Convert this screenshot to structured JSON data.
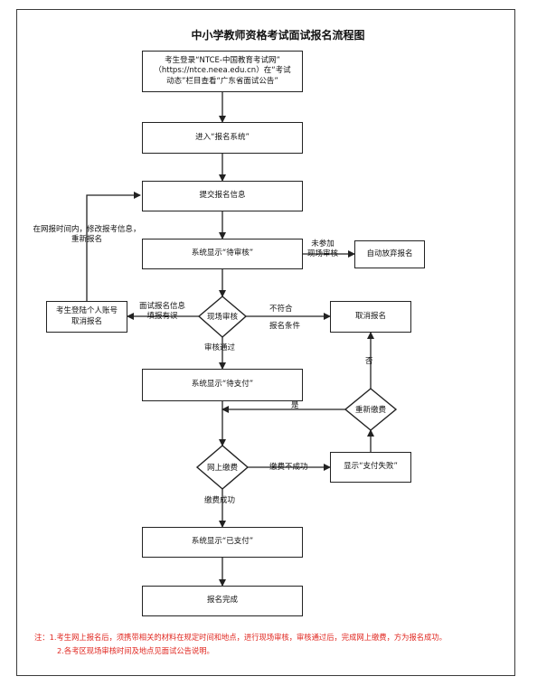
{
  "title": "中小学教师资格考试面试报名流程图",
  "nodes": {
    "login": [
      "考生登录“NTCE-中国教育考试网”",
      "（https://ntce.neea.edu.cn）在“考试",
      "动态”栏目查看“广东省面试公告”"
    ],
    "enter_system": "进入“报名系统”",
    "submit_info": "提交报名信息",
    "pending_review": "系统显示“待审核”",
    "abandon": "自动放弃报名",
    "onsite_review": "现场审核",
    "cancel_registration": "取消报名",
    "login_account_cancel": [
      "考生登陆个人账号",
      "取消报名"
    ],
    "pending_payment": "系统显示“待支付”",
    "repay": "重新缴费",
    "online_payment": "网上缴费",
    "payment_failed": "显示“支付失败”",
    "paid": "系统显示“已支付”",
    "complete": "报名完成"
  },
  "edge_labels": {
    "not_attend": [
      "未参加",
      "现场审核"
    ],
    "modify": [
      "在网报时间内，修改报考信息，",
      "重新报名"
    ],
    "info_error": [
      "面试报名信息",
      "填报有误"
    ],
    "not_meet": [
      "不符合",
      "报名条件"
    ],
    "review_passed": "审核通过",
    "no": "否",
    "yes": "是",
    "pay_fail": "缴费不成功",
    "pay_success": "缴费成功"
  },
  "notes": [
    "注：1.考生网上报名后，须携带相关的材料在规定时间和地点，进行现场审核，审核通过后，完成网上缴费，方为报名成功。",
    "2.各考区现场审核时间及地点见面试公告说明。"
  ],
  "colors": {
    "line": "#222222",
    "note": "#e0261f"
  }
}
